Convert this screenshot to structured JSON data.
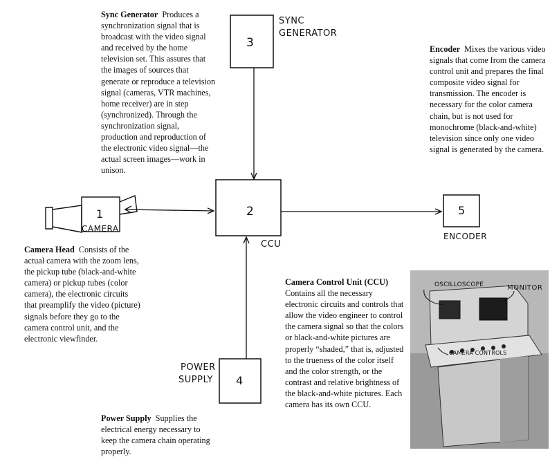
{
  "descriptions": {
    "sync": {
      "title": "Sync Generator",
      "body": "Produces a synchronization signal that is broadcast with the video signal and received by the home television set. This assures that the images of sources that generate or reproduce a television signal (cameras, VTR machines, home receiver) are in step (synchronized). Through the synchronization signal, production and reproduction of the electronic video signal—the actual screen images—work in unison."
    },
    "encoder": {
      "title": "Encoder",
      "body": "Mixes the various video signals that come from the camera control unit and prepares the final composite video signal for transmission. The encoder is necessary for the color camera chain, but is not used for monochrome (black-and-white) television since only one video signal is generated by the camera."
    },
    "camera": {
      "title": "Camera Head",
      "body": "Consists of the actual camera with the zoom lens, the pickup tube (black-and-white camera) or pickup tubes (color camera), the electronic circuits that preamplify the video (picture) signals before they go to the camera control unit, and the electronic viewfinder."
    },
    "ccu": {
      "title": "Camera Control Unit (CCU)",
      "body": "Contains all the necessary electronic circuits and controls that allow the video engineer to control the camera signal so that the colors or black-and-white pictures are properly “shaded,” that is, adjusted to the trueness of the color itself and the color strength, or the contrast and relative brightness of the black-and-white pictures. Each camera has its own CCU."
    },
    "power": {
      "title": "Power Supply",
      "body": "Supplies the electrical energy necessary to keep the camera chain operating properly."
    }
  },
  "blocks": {
    "sync": {
      "number": "3",
      "label_line1": "SYNC",
      "label_line2": "GENERATOR"
    },
    "ccu": {
      "number": "2",
      "label": "CCU"
    },
    "camera": {
      "number": "1",
      "label": "CAMERA"
    },
    "encoder": {
      "number": "5",
      "label": "ENCODER"
    },
    "power": {
      "number": "4",
      "label_line1": "POWER",
      "label_line2": "SUPPLY"
    }
  },
  "photo": {
    "label_oscilloscope": "OSCILLOSCOPE",
    "label_monitor": "MONITOR",
    "label_controls": "CAMERA CONTROLS"
  }
}
